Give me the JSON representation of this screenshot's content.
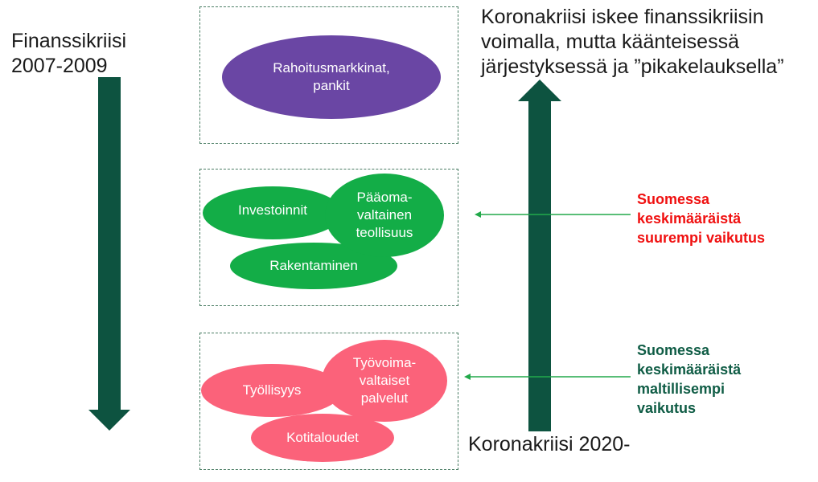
{
  "left_label": "Finanssikriisi\n2007-2009",
  "right_title": "Koronakriisi iskee finanssikriisin\nvoimalla, mutta käänteisessä\njärjestyksessä ja ”pikakelauksella”",
  "bottom_label": "Koronakriisi 2020-",
  "groups": {
    "finance": {
      "label": "Rahoitusmarkkinat,\npankit",
      "color": "#6a46a4"
    },
    "industry": {
      "color": "#13ad47",
      "items": [
        "Investoinnit",
        "Pääoma-\nvaltainen\nteollisuus",
        "Rakentaminen"
      ]
    },
    "services": {
      "color": "#fb627a",
      "items": [
        "Työllisyys",
        "Työvoima-\nvaltaiset\npalvelut",
        "Kotitaloudet"
      ]
    }
  },
  "notes": {
    "larger": {
      "text": "Suomessa\nkeskimääräistä\nsuurempi vaikutus",
      "color": "#f01010"
    },
    "milder": {
      "text": "Suomessa\nkeskimääräistä\nmaltillisempi\nvaikutus",
      "color": "#0f5c45"
    }
  },
  "arrow_color": "#0d5340",
  "pointer_color": "#22a94a"
}
